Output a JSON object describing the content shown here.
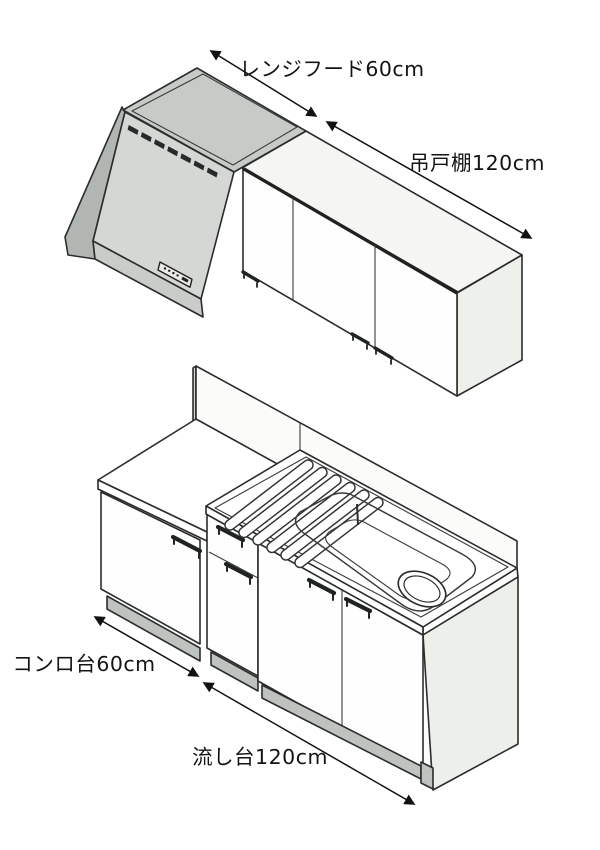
{
  "labels": {
    "range_hood": "レンジフード60cm",
    "wall_cabinet": "吊戸棚120cm",
    "stove_stand": "コンロ台60cm",
    "sink": "流し台120cm"
  },
  "colors": {
    "line": "#2b2d2c",
    "hood_top": "#c7cbc7",
    "hood_front": "#d4d7d3",
    "hood_side": "#b2b6b2",
    "hood_band": "#c9ccc8",
    "cabinet_face": "#ffffff",
    "cabinet_top": "#f5f6f4",
    "cabinet_side": "#eef0ec",
    "backsplash": "#fbfcfa",
    "kickplate": "#bfc3bf",
    "background": "#ffffff"
  }
}
